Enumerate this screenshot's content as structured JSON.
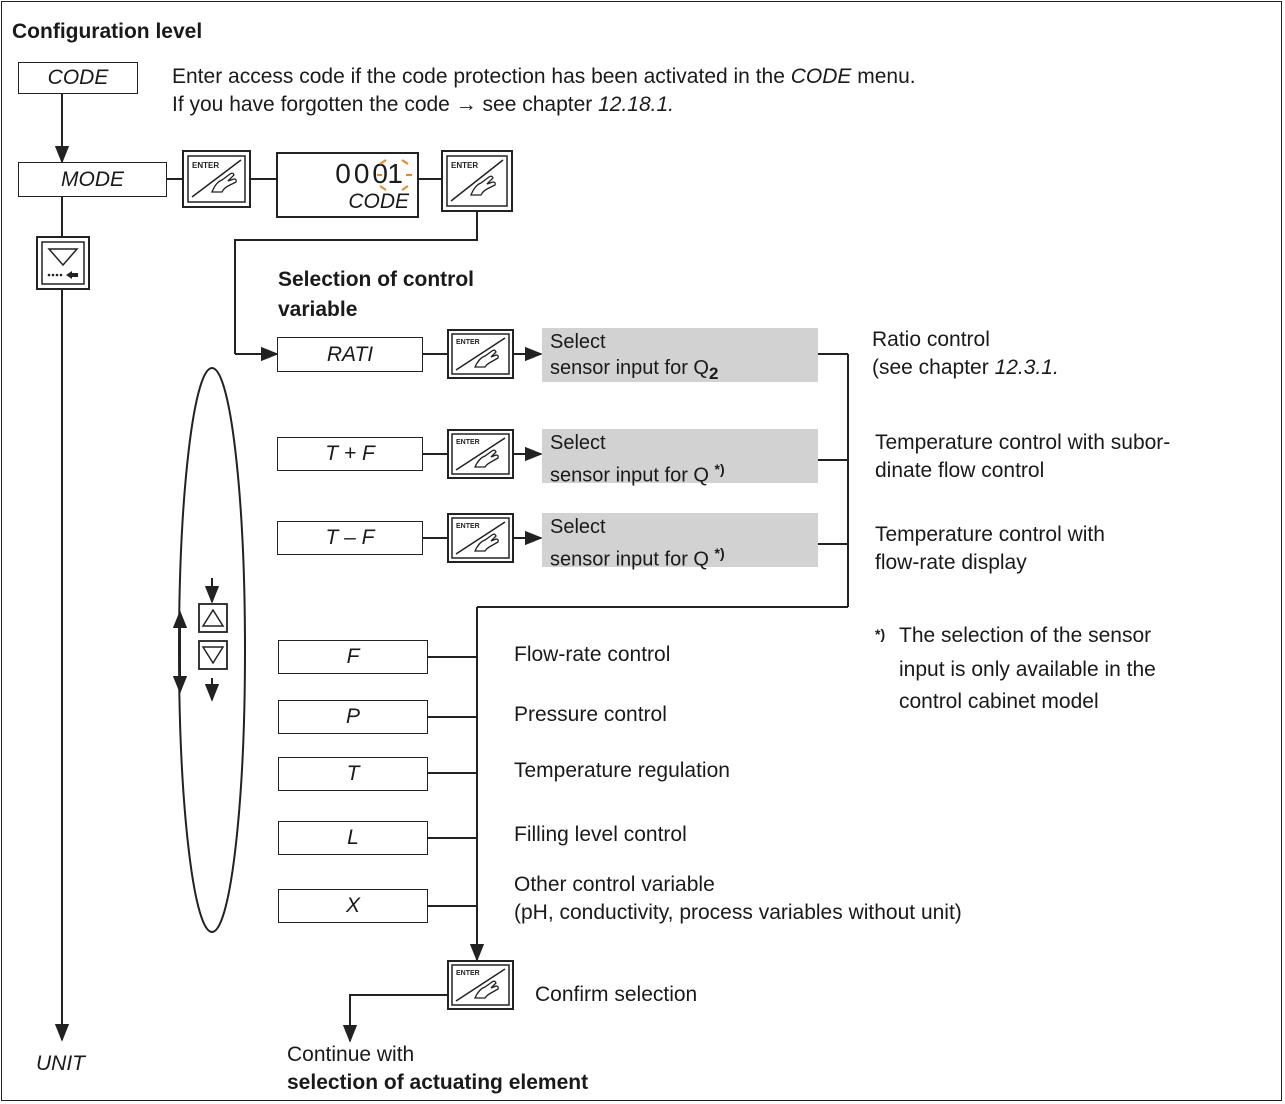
{
  "header": {
    "title": "Configuration level"
  },
  "menu": {
    "code": "CODE",
    "mode": "MODE",
    "unit": "UNIT"
  },
  "code_note": {
    "line1_pre": "Enter access code if the code protection has been activated in the ",
    "line1_code": "CODE",
    "line1_post": " menu.",
    "line2_pre": "If you have forgotten the code → see chapter ",
    "line2_ref": "12.18.1."
  },
  "display": {
    "digits": "000",
    "blink_digit": "1",
    "label": "CODE"
  },
  "icons": {
    "enter_label": "ENTER"
  },
  "selection_heading": {
    "line1": "Selection of control",
    "line2": "variable"
  },
  "options": [
    {
      "code": "RATI",
      "sensor_line1": "Select",
      "sensor_line2": "sensor input for Q",
      "sensor_sub": "2",
      "sensor_star": ""
    },
    {
      "code": "T + F",
      "sensor_line1": "Select",
      "sensor_line2": "sensor input for Q",
      "sensor_sub": "",
      "sensor_star": "*)"
    },
    {
      "code": "T – F",
      "sensor_line1": "Select",
      "sensor_line2": "sensor input for Q",
      "sensor_sub": "",
      "sensor_star": "*)"
    },
    {
      "code": "F",
      "desc": "Flow-rate control"
    },
    {
      "code": "P",
      "desc": "Pressure control"
    },
    {
      "code": "T",
      "desc": "Temperature regulation"
    },
    {
      "code": "L",
      "desc": "Filling level control"
    },
    {
      "code": "X",
      "desc": "Other control variable",
      "desc2": "(pH, conductivity, process variables without unit)"
    }
  ],
  "right_notes": {
    "ratio_1": "Ratio control",
    "ratio_2_pre": "(see chapter ",
    "ratio_2_ref": "12.3.1.",
    "tf_1": "Temperature control with subor-",
    "tf_2": "dinate flow control",
    "tmf_1": "Temperature control with",
    "tmf_2": "flow-rate display",
    "foot_star": "*)",
    "foot_1": "The selection of the sensor",
    "foot_2": "input is only available in the",
    "foot_3": "control cabinet model"
  },
  "confirm": "Confirm selection",
  "continue": {
    "line1": "Continue with",
    "line2": "selection of actuating element"
  }
}
